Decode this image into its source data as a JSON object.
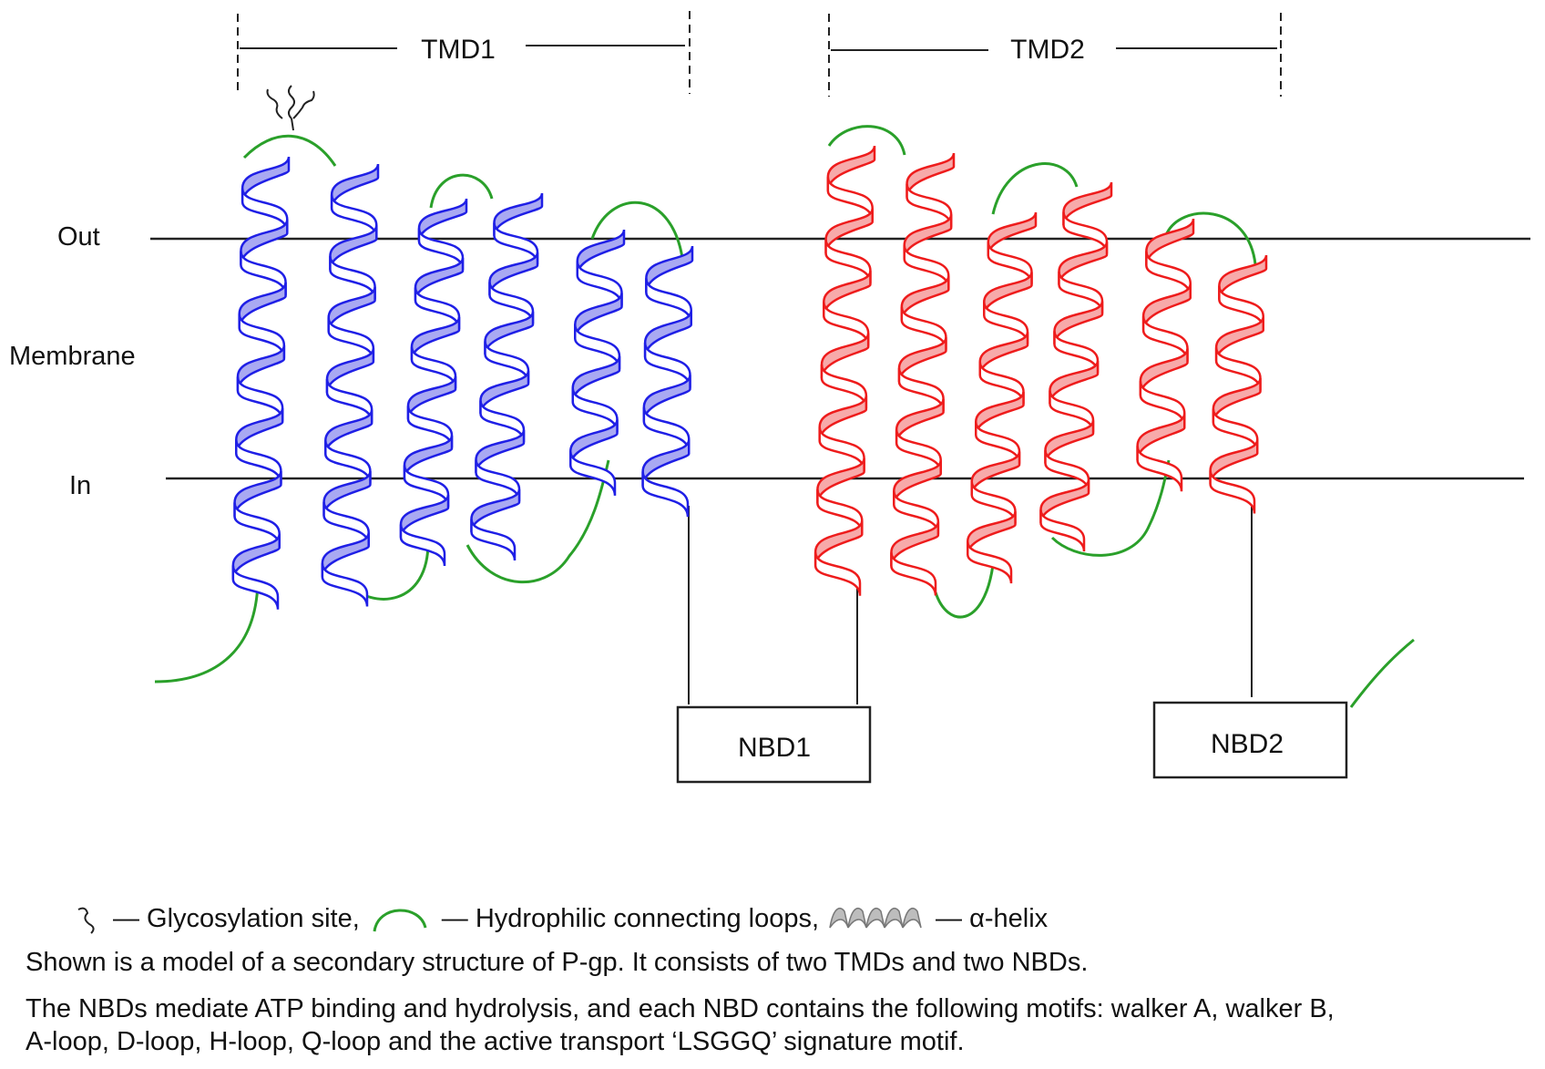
{
  "domains": {
    "tmd1": "TMD1",
    "tmd2": "TMD2",
    "nbd1": "NBD1",
    "nbd2": "NBD2"
  },
  "membrane": {
    "out_label": "Out",
    "membrane_label": "Membrane",
    "in_label": "In"
  },
  "colors": {
    "tmd1_helix": "#1f1fe6",
    "tmd1_fill": "#a9a9f2",
    "tmd2_helix": "#ee1c1c",
    "tmd2_fill": "#f7aaaa",
    "loop": "#2aa02a",
    "line": "#222222"
  },
  "legend": {
    "glycosylation": "— Glycosylation site,",
    "loops": "— Hydrophilic connecting loops,",
    "helix": "— α-helix",
    "glycosylation_icon": "glycosylation-squiggle-icon",
    "loop_icon": "green-arc-icon",
    "helix_icon": "gray-helix-icon"
  },
  "caption": {
    "line1": "Shown is a model of a secondary structure of P-gp. It consists of two TMDs and two NBDs.",
    "line2": "The NBDs mediate ATP binding and hydrolysis, and each NBD contains the following motifs: walker A, walker B,",
    "line3": "A-loop, D-loop, H-loop, Q-loop and the active transport ‘LSGGQ’ signature motif."
  }
}
